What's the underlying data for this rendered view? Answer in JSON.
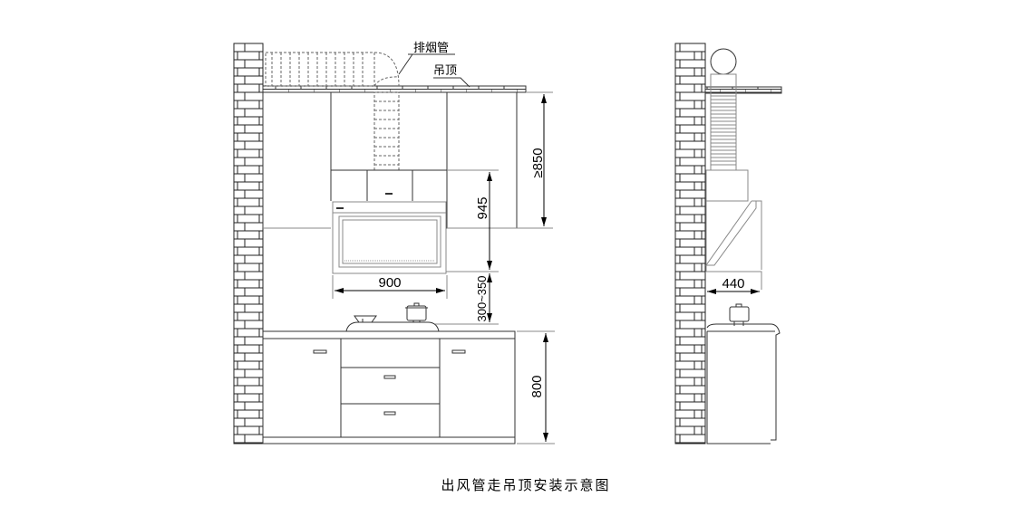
{
  "labels": {
    "exhaust_pipe": "排烟管",
    "ceiling": "吊顶",
    "caption": "出风管走吊顶安装示意图"
  },
  "dimensions": {
    "cabinet_gap": "≥850",
    "hood_height": "945",
    "hood_width": "900",
    "hood_to_stove": "300~350",
    "counter_height": "800",
    "side_depth": "440"
  }
}
